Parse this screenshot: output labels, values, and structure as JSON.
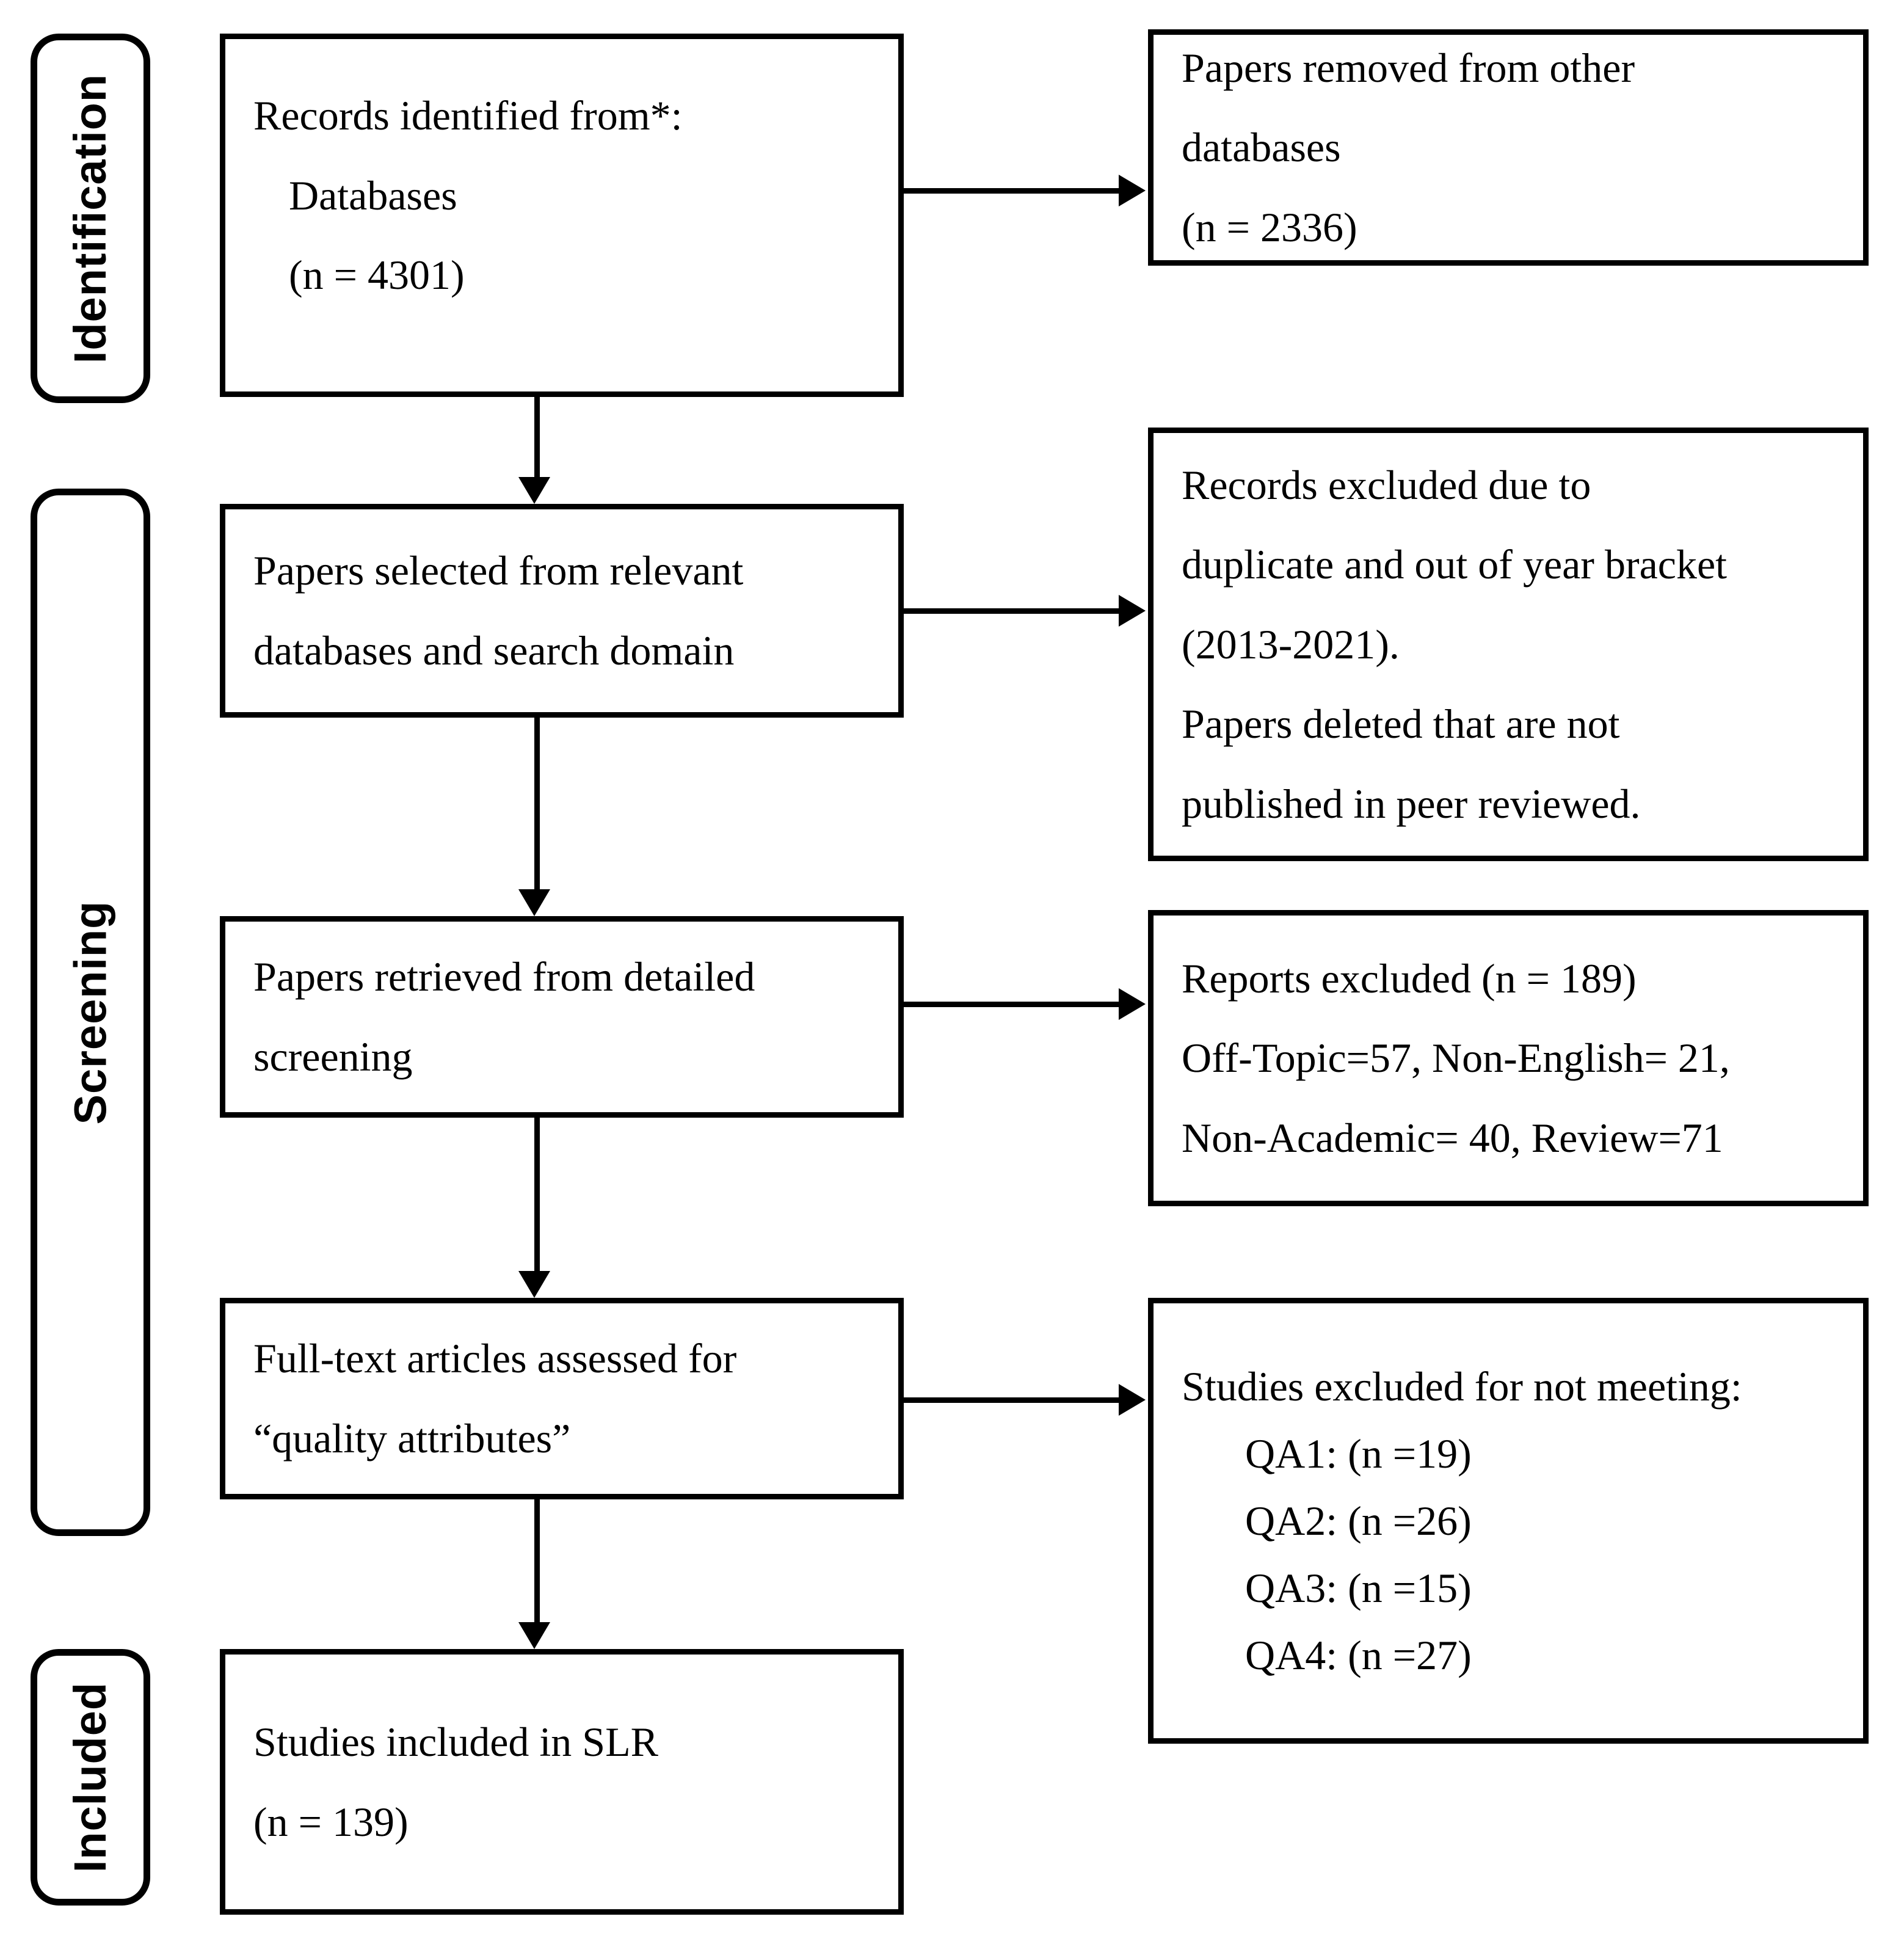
{
  "diagram": {
    "title": "PRISMA study selection flow diagram",
    "stages": [
      {
        "id": "identification",
        "label": "Identification"
      },
      {
        "id": "screening",
        "label": "Screening"
      },
      {
        "id": "included",
        "label": "Included"
      }
    ],
    "main_boxes": [
      {
        "id": "records-identified",
        "lines": [
          "Records identified from*:",
          "Databases",
          "(n = 4301)"
        ]
      },
      {
        "id": "papers-selected",
        "lines": [
          "Papers selected from relevant",
          "databases and search domain"
        ]
      },
      {
        "id": "papers-retrieved",
        "lines": [
          "Papers retrieved from detailed",
          "screening"
        ]
      },
      {
        "id": "full-text-assessed",
        "lines": [
          "Full-text articles assessed for",
          "“quality attributes”"
        ]
      },
      {
        "id": "studies-included",
        "lines": [
          "Studies included in SLR",
          "(n = 139)"
        ]
      }
    ],
    "side_boxes": [
      {
        "id": "papers-removed",
        "lines": [
          "Papers removed from other",
          "databases",
          "(n = 2336)"
        ]
      },
      {
        "id": "records-excluded",
        "lines": [
          "Records excluded due to",
          "duplicate and out of year bracket",
          "(2013-2021).",
          "Papers deleted that are not",
          "published in peer reviewed."
        ]
      },
      {
        "id": "reports-excluded",
        "lines": [
          "Reports excluded (n = 189)",
          "Off-Topic=57, Non-English= 21,",
          "Non-Academic= 40, Review=71"
        ]
      },
      {
        "id": "studies-excluded",
        "heading": "Studies excluded for not meeting:",
        "items": [
          "QA1: (n =19)",
          "QA2: (n =26)",
          "QA3: (n =15)",
          "QA4: (n =27)"
        ]
      }
    ],
    "counts": {
      "databases_identified": 4301,
      "papers_removed_other_databases": 2336,
      "reports_excluded": 189,
      "off_topic": 57,
      "non_english": 21,
      "non_academic": 40,
      "review": 71,
      "qa1_excluded": 19,
      "qa2_excluded": 26,
      "qa3_excluded": 15,
      "qa4_excluded": 27,
      "studies_included": 139,
      "year_bracket_start": 2013,
      "year_bracket_end": 2021
    },
    "colors": {
      "stroke": "#000000",
      "background": "#ffffff",
      "text": "#000000"
    }
  }
}
